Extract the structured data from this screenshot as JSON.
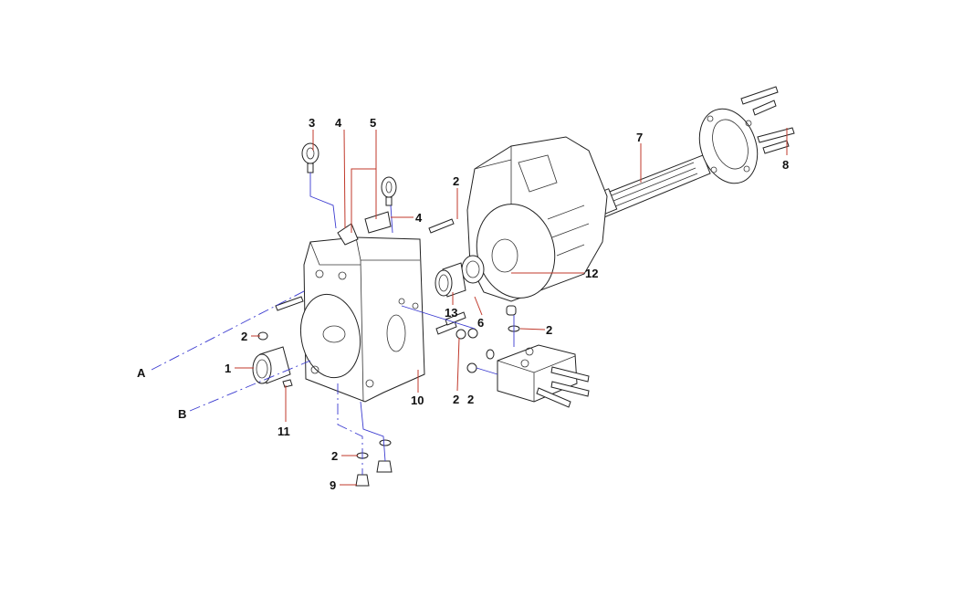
{
  "diagram": {
    "labels": {
      "l3": "3",
      "l4a": "4",
      "l5": "5",
      "l4b": "4",
      "l2a": "2",
      "l7": "7",
      "l8": "8",
      "l12": "12",
      "l13": "13",
      "l6": "6",
      "l2b": "2",
      "l2c": "2",
      "lA": "A",
      "l1": "1",
      "lB": "B",
      "l11": "11",
      "l10": "10",
      "l2d": "2",
      "l2e": "2",
      "l2f": "2",
      "l9": "9"
    },
    "colors": {
      "leader": "#c0392b",
      "connector": "#3b3bd0",
      "outline": "#222222"
    }
  }
}
